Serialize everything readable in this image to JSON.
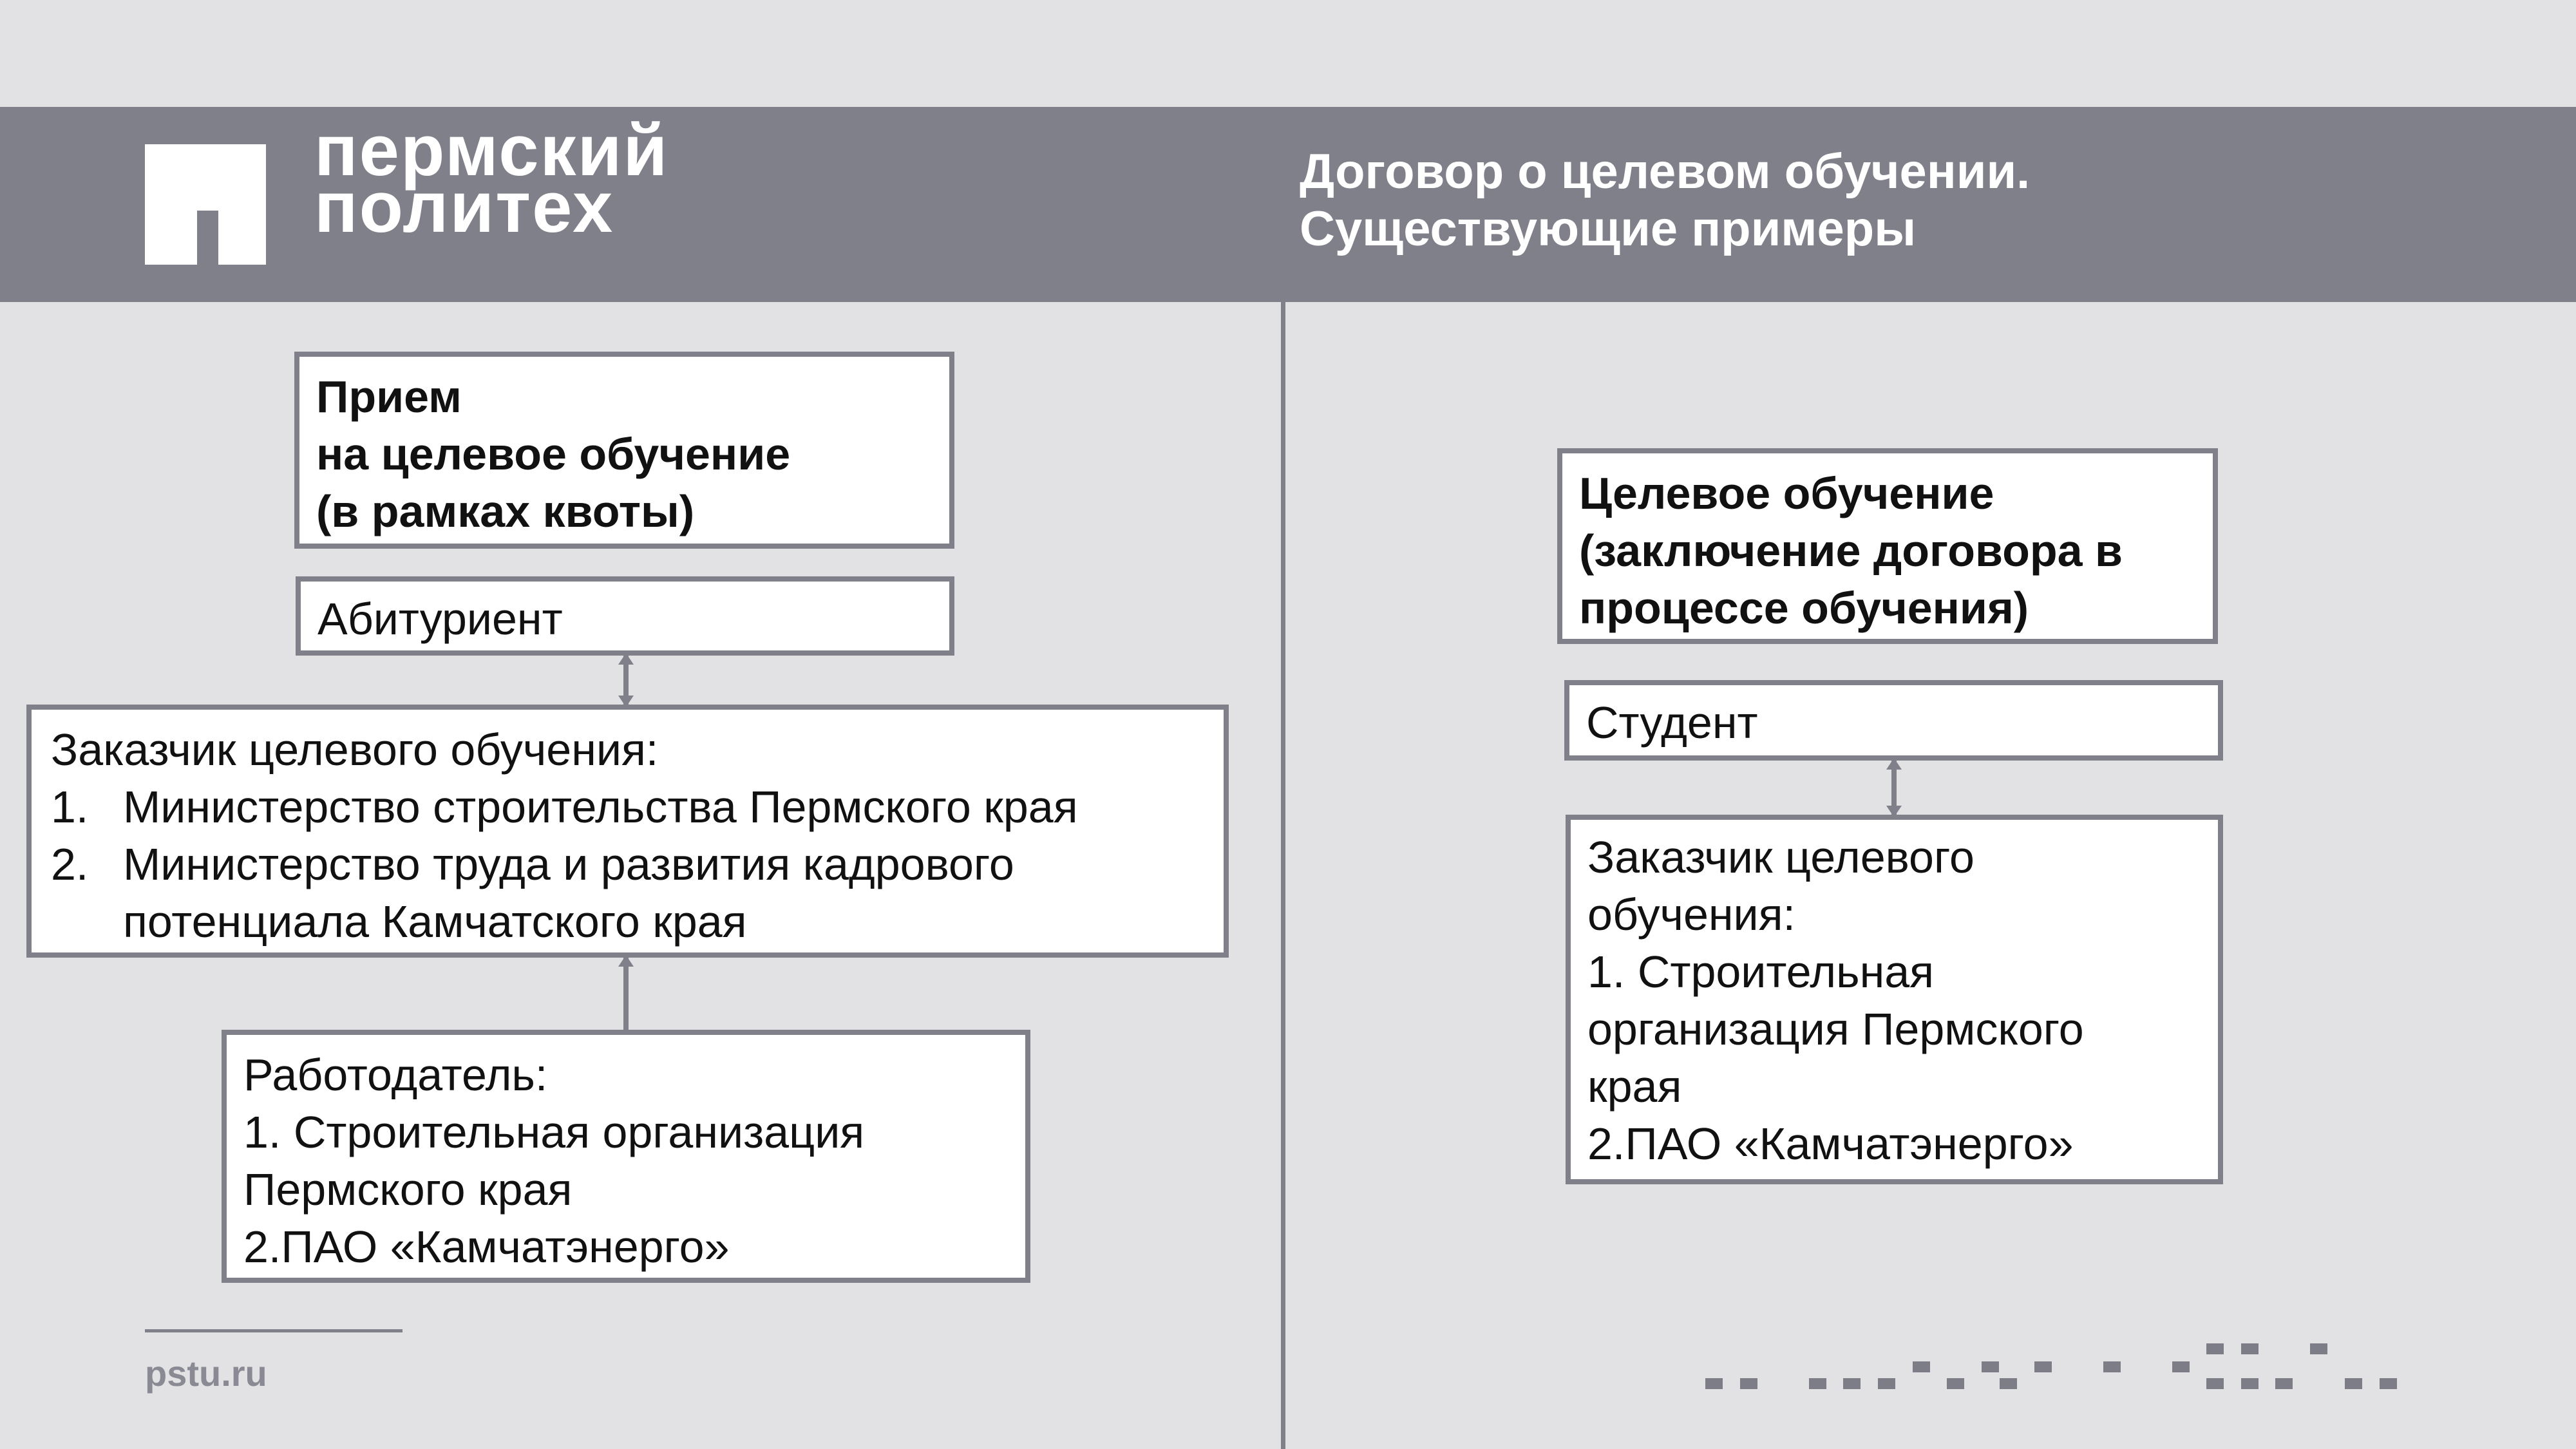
{
  "header": {
    "logo_line1": "пермский",
    "logo_line2": "политех",
    "title_line1": "Договор о целевом обучении.",
    "title_line2": "Существующие примеры"
  },
  "left": {
    "admission": [
      "Прием",
      "на целевое обучение",
      "(в рамках квоты)"
    ],
    "applicant": "Абитуриент",
    "customer_title": "Заказчик целевого обучения:",
    "customer_items": [
      {
        "n": "1.",
        "text": "Министерство строительства Пермского края"
      },
      {
        "n": "2.",
        "text": "Министерство труда и развития кадрового"
      },
      {
        "n": "",
        "text": "потенциала Камчатского края"
      }
    ],
    "employer": [
      "Работодатель:",
      "1. Строительная организация",
      "Пермского края",
      "2.ПАО «Камчатэнерго»"
    ]
  },
  "right": {
    "targeted": [
      "Целевое обучение",
      "(заключение договора в",
      "процессе обучения)"
    ],
    "student": "Студент",
    "customer": [
      "Заказчик целевого",
      "обучения:",
      "1. Строительная",
      "организация Пермского",
      "края",
      "2.ПАО «Камчатэнерго»"
    ]
  },
  "footer": {
    "site": "pstu.ru"
  },
  "colors": {
    "accent": "#80808a",
    "background": "#e2e2e4"
  }
}
